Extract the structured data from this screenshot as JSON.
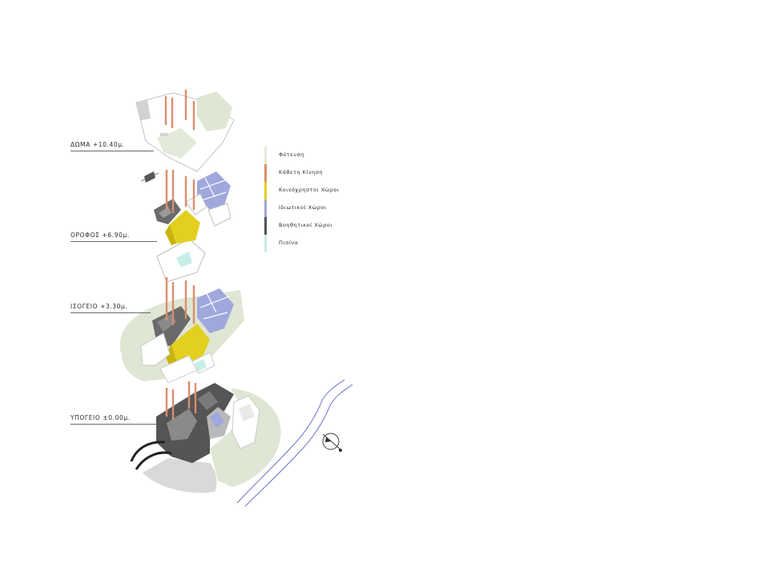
{
  "levels": [
    {
      "id": "roof",
      "label": "ΔΩΜΑ +10.40μ."
    },
    {
      "id": "first",
      "label": "ΟΡΟΦΟΣ +6.90μ."
    },
    {
      "id": "ground",
      "label": "ΙΣΟΓΕΙΟ +3.30μ."
    },
    {
      "id": "basement",
      "label": "ΥΠΟΓΕΙΟ ±0.00μ."
    }
  ],
  "legend": [
    {
      "label": "Φύτευση",
      "color": "#e4ead9"
    },
    {
      "label": "Κάθετη Κίνηση",
      "color": "#d98e6b"
    },
    {
      "label": "Κοινόχρηστοι Χώροι",
      "color": "#e3cf1f"
    },
    {
      "label": "Ιδιωτικοί Χώροι",
      "color": "#9ea8dc"
    },
    {
      "label": "Βοηθητικοί Χώροι",
      "color": "#555555"
    },
    {
      "label": "Πισίνα",
      "color": "#c8eee9"
    }
  ],
  "colors": {
    "planting": "#e4ead9",
    "circulation": "#d98e6b",
    "shared": "#e3cf1f",
    "private": "#9ea8dc",
    "service": "#555555",
    "pool": "#c8eee9",
    "river": "#6c73c9",
    "ground_grey": "#d6d6d6",
    "wall": "#ffffff",
    "outline": "#b5b5b5"
  },
  "icons": [
    "north-arrow-icon",
    "section-marker-icon"
  ]
}
